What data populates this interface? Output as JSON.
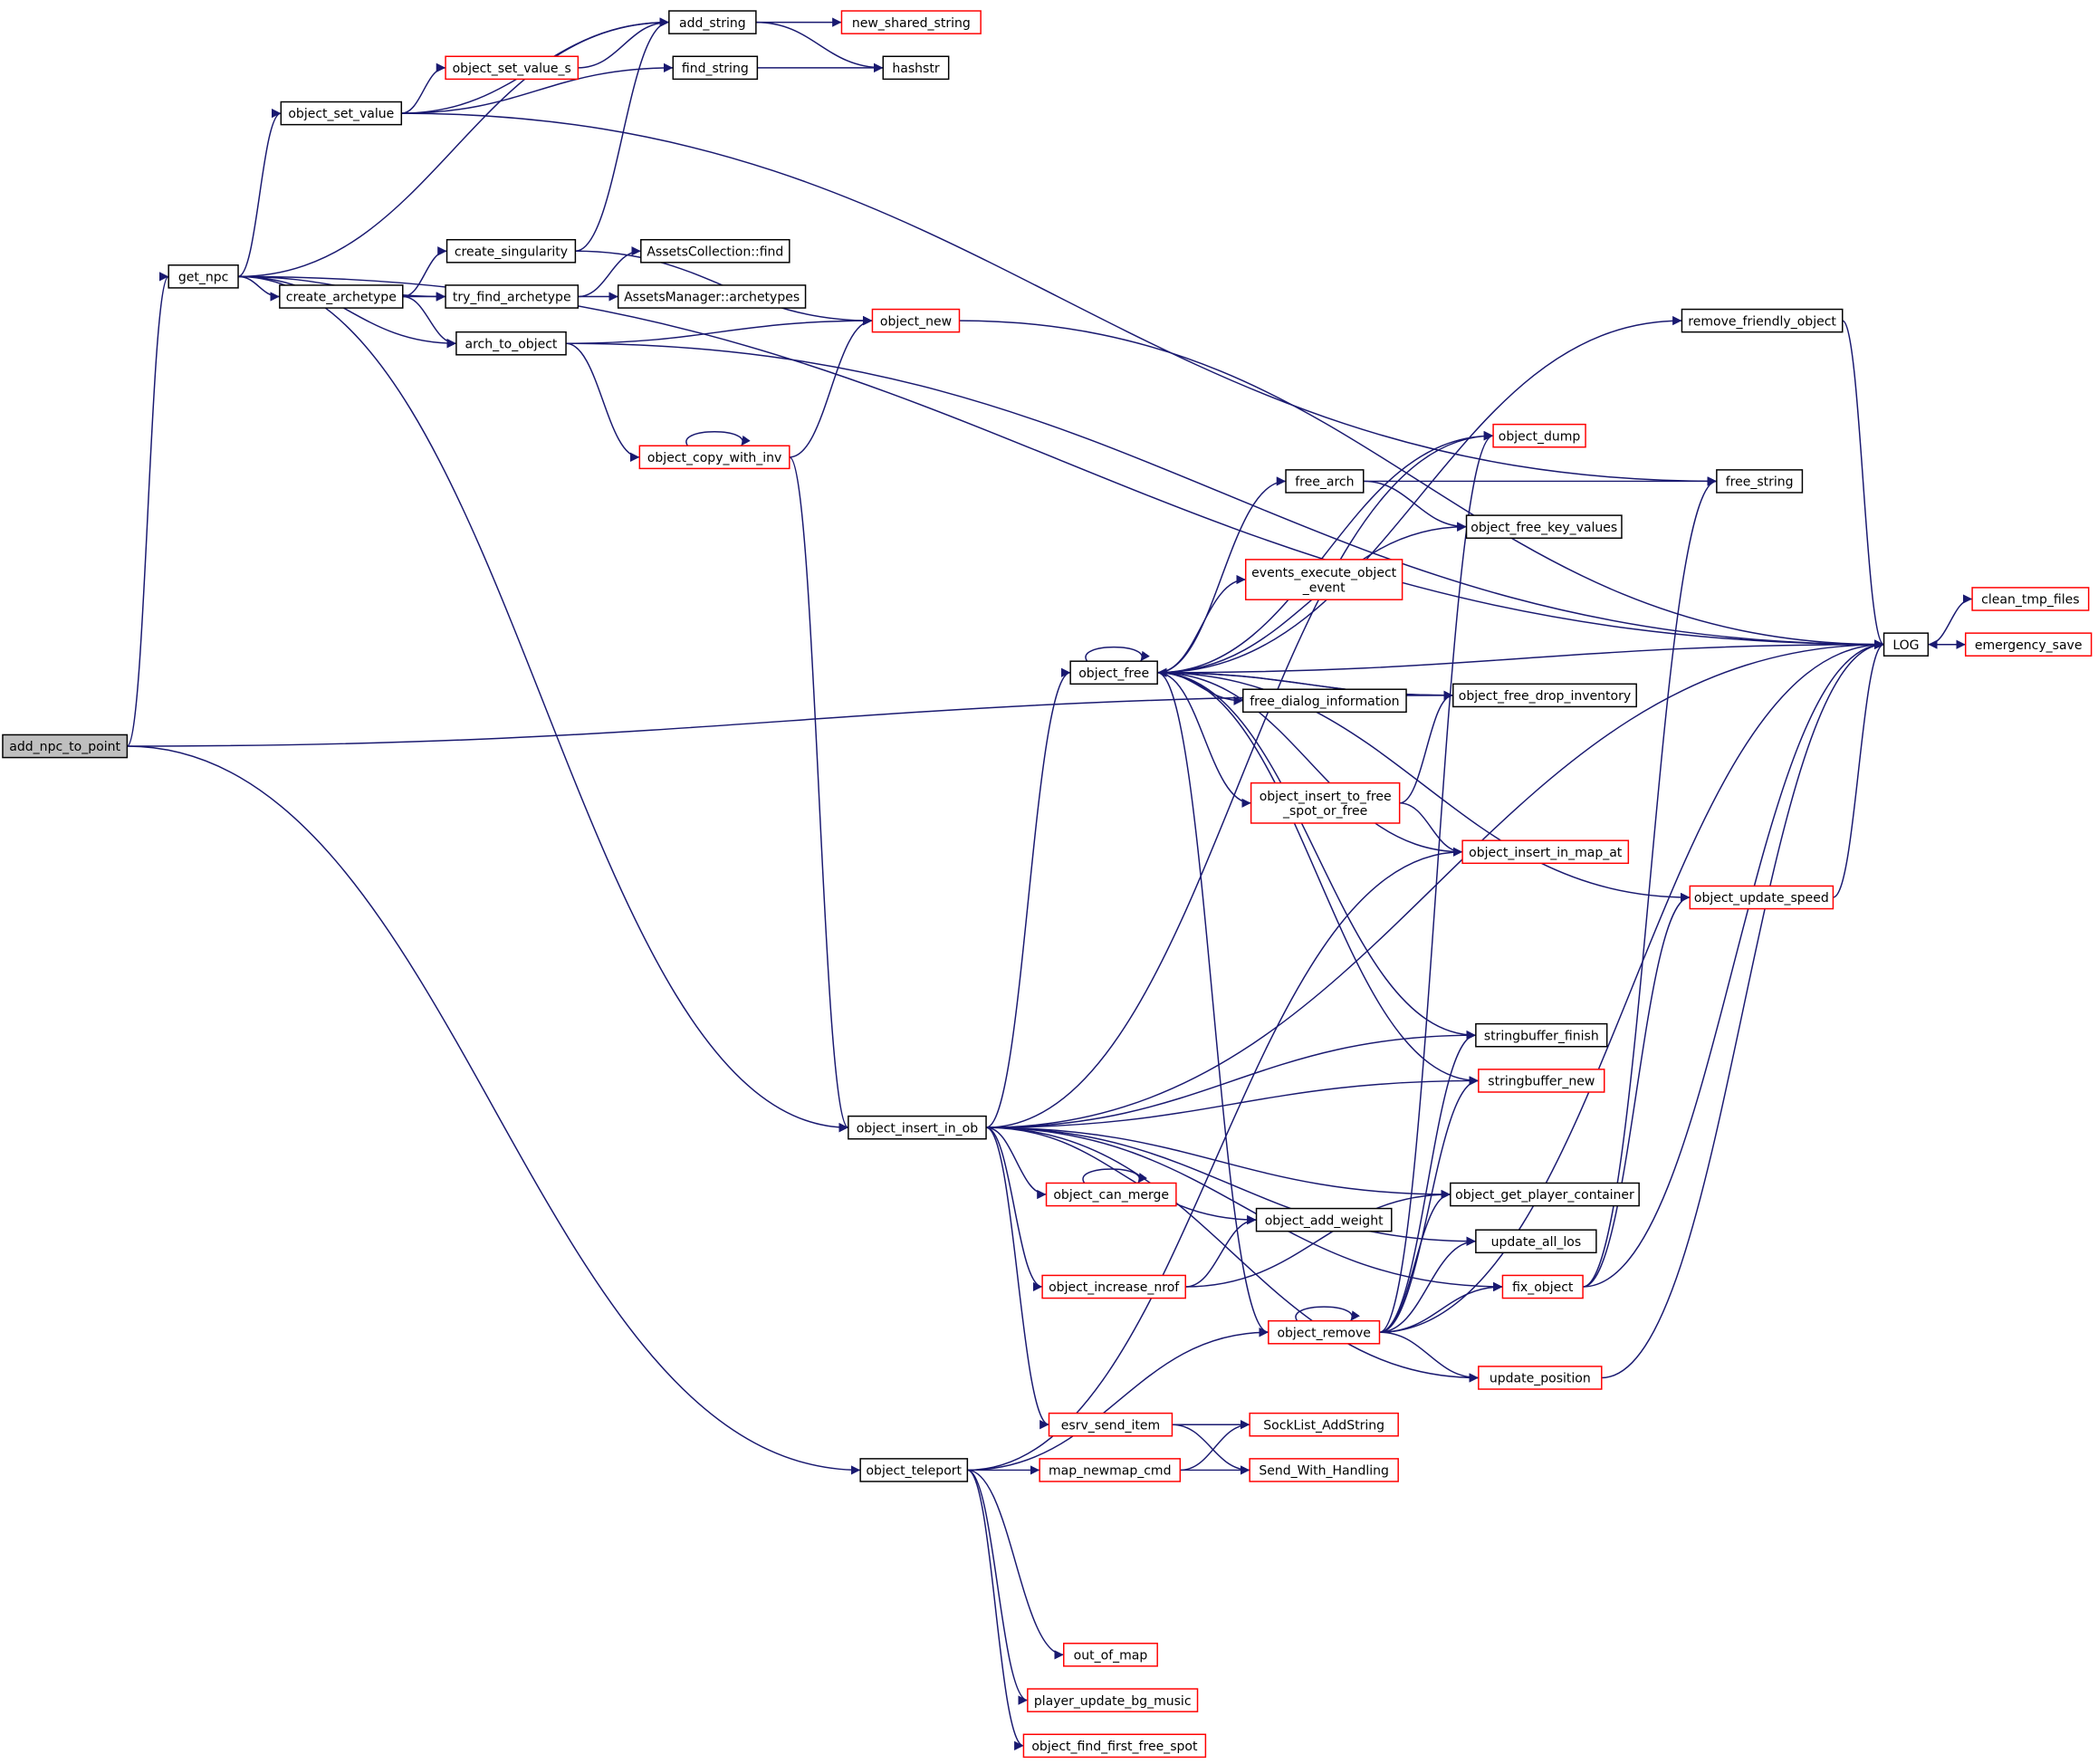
{
  "colors": {
    "edge": "#191970",
    "highlight_border": "#ff0000",
    "normal_border": "#000000",
    "root_fill": "#bfbfbf"
  },
  "root": "add_npc_to_point",
  "nodes": [
    {
      "id": "add_npc_to_point",
      "lines": [
        "add_npc_to_point"
      ],
      "red": false
    },
    {
      "id": "get_npc",
      "lines": [
        "get_npc"
      ],
      "red": false
    },
    {
      "id": "object_set_value",
      "lines": [
        "object_set_value"
      ],
      "red": false
    },
    {
      "id": "add_string",
      "lines": [
        "add_string"
      ],
      "red": false
    },
    {
      "id": "new_shared_string",
      "lines": [
        "new_shared_string"
      ],
      "red": true
    },
    {
      "id": "hashstr",
      "lines": [
        "hashstr"
      ],
      "red": false
    },
    {
      "id": "object_set_value_s",
      "lines": [
        "object_set_value_s"
      ],
      "red": true
    },
    {
      "id": "find_string",
      "lines": [
        "find_string"
      ],
      "red": false
    },
    {
      "id": "create_singularity",
      "lines": [
        "create_singularity"
      ],
      "red": false
    },
    {
      "id": "AssetsCollection::find",
      "lines": [
        "AssetsCollection::find"
      ],
      "red": false
    },
    {
      "id": "create_archetype",
      "lines": [
        "create_archetype"
      ],
      "red": false
    },
    {
      "id": "try_find_archetype",
      "lines": [
        "try_find_archetype"
      ],
      "red": false
    },
    {
      "id": "AssetsManager::archetypes",
      "lines": [
        "AssetsManager::archetypes"
      ],
      "red": false
    },
    {
      "id": "arch_to_object",
      "lines": [
        "arch_to_object"
      ],
      "red": false
    },
    {
      "id": "object_new",
      "lines": [
        "object_new"
      ],
      "red": true
    },
    {
      "id": "object_copy_with_inv",
      "lines": [
        "object_copy_with_inv"
      ],
      "red": true
    },
    {
      "id": "LOG",
      "lines": [
        "LOG"
      ],
      "red": false
    },
    {
      "id": "clean_tmp_files",
      "lines": [
        "clean_tmp_files"
      ],
      "red": true
    },
    {
      "id": "emergency_save",
      "lines": [
        "emergency_save"
      ],
      "red": true
    },
    {
      "id": "remove_friendly_object",
      "lines": [
        "remove_friendly_object"
      ],
      "red": false
    },
    {
      "id": "object_dump",
      "lines": [
        "object_dump"
      ],
      "red": true
    },
    {
      "id": "free_arch",
      "lines": [
        "free_arch"
      ],
      "red": false
    },
    {
      "id": "free_string",
      "lines": [
        "free_string"
      ],
      "red": false
    },
    {
      "id": "object_free_key_values",
      "lines": [
        "object_free_key_values"
      ],
      "red": false
    },
    {
      "id": "events_execute_object_event",
      "lines": [
        "events_execute_object",
        "_event"
      ],
      "red": true
    },
    {
      "id": "object_free",
      "lines": [
        "object_free"
      ],
      "red": false
    },
    {
      "id": "free_dialog_information",
      "lines": [
        "free_dialog_information"
      ],
      "red": false
    },
    {
      "id": "object_free_drop_inventory",
      "lines": [
        "object_free_drop_inventory"
      ],
      "red": false
    },
    {
      "id": "object_insert_to_free_spot_or_free",
      "lines": [
        "object_insert_to_free",
        "_spot_or_free"
      ],
      "red": true
    },
    {
      "id": "object_insert_in_map_at",
      "lines": [
        "object_insert_in_map_at"
      ],
      "red": true
    },
    {
      "id": "object_update_speed",
      "lines": [
        "object_update_speed"
      ],
      "red": true
    },
    {
      "id": "stringbuffer_finish",
      "lines": [
        "stringbuffer_finish"
      ],
      "red": false
    },
    {
      "id": "stringbuffer_new",
      "lines": [
        "stringbuffer_new"
      ],
      "red": true
    },
    {
      "id": "object_insert_in_ob",
      "lines": [
        "object_insert_in_ob"
      ],
      "red": false
    },
    {
      "id": "object_get_player_container",
      "lines": [
        "object_get_player_container"
      ],
      "red": false
    },
    {
      "id": "object_can_merge",
      "lines": [
        "object_can_merge"
      ],
      "red": true
    },
    {
      "id": "object_add_weight",
      "lines": [
        "object_add_weight"
      ],
      "red": false
    },
    {
      "id": "update_all_los",
      "lines": [
        "update_all_los"
      ],
      "red": false
    },
    {
      "id": "fix_object",
      "lines": [
        "fix_object"
      ],
      "red": true
    },
    {
      "id": "object_increase_nrof",
      "lines": [
        "object_increase_nrof"
      ],
      "red": true
    },
    {
      "id": "object_remove",
      "lines": [
        "object_remove"
      ],
      "red": true
    },
    {
      "id": "update_position",
      "lines": [
        "update_position"
      ],
      "red": true
    },
    {
      "id": "esrv_send_item",
      "lines": [
        "esrv_send_item"
      ],
      "red": true
    },
    {
      "id": "SockList_AddString",
      "lines": [
        "SockList_AddString"
      ],
      "red": true
    },
    {
      "id": "map_newmap_cmd",
      "lines": [
        "map_newmap_cmd"
      ],
      "red": true
    },
    {
      "id": "Send_With_Handling",
      "lines": [
        "Send_With_Handling"
      ],
      "red": true
    },
    {
      "id": "object_teleport",
      "lines": [
        "object_teleport"
      ],
      "red": false
    },
    {
      "id": "out_of_map",
      "lines": [
        "out_of_map"
      ],
      "red": true
    },
    {
      "id": "player_update_bg_music",
      "lines": [
        "player_update_bg_music"
      ],
      "red": true
    },
    {
      "id": "object_find_first_free_spot",
      "lines": [
        "object_find_first_free_spot"
      ],
      "red": true
    }
  ],
  "edges": [
    [
      "add_npc_to_point",
      "get_npc"
    ],
    [
      "add_npc_to_point",
      "object_free_drop_inventory"
    ],
    [
      "add_npc_to_point",
      "object_teleport"
    ],
    [
      "get_npc",
      "add_string"
    ],
    [
      "get_npc",
      "object_set_value"
    ],
    [
      "get_npc",
      "LOG"
    ],
    [
      "get_npc",
      "create_archetype"
    ],
    [
      "get_npc",
      "try_find_archetype"
    ],
    [
      "get_npc",
      "arch_to_object"
    ],
    [
      "get_npc",
      "object_insert_in_ob"
    ],
    [
      "object_set_value",
      "add_string"
    ],
    [
      "object_set_value",
      "object_set_value_s"
    ],
    [
      "object_set_value",
      "find_string"
    ],
    [
      "object_set_value",
      "free_string"
    ],
    [
      "object_set_value_s",
      "add_string"
    ],
    [
      "add_string",
      "new_shared_string"
    ],
    [
      "add_string",
      "hashstr"
    ],
    [
      "find_string",
      "hashstr"
    ],
    [
      "create_singularity",
      "add_string"
    ],
    [
      "create_singularity",
      "object_new"
    ],
    [
      "create_archetype",
      "create_singularity"
    ],
    [
      "create_archetype",
      "try_find_archetype"
    ],
    [
      "create_archetype",
      "arch_to_object"
    ],
    [
      "try_find_archetype",
      "AssetsCollection::find"
    ],
    [
      "try_find_archetype",
      "AssetsManager::archetypes"
    ],
    [
      "arch_to_object",
      "LOG"
    ],
    [
      "arch_to_object",
      "object_new"
    ],
    [
      "arch_to_object",
      "object_copy_with_inv"
    ],
    [
      "object_new",
      "LOG"
    ],
    [
      "object_copy_with_inv",
      "object_copy_with_inv"
    ],
    [
      "object_copy_with_inv",
      "object_new"
    ],
    [
      "object_copy_with_inv",
      "object_insert_in_ob"
    ],
    [
      "object_insert_in_ob",
      "LOG"
    ],
    [
      "object_insert_in_ob",
      "object_free"
    ],
    [
      "object_insert_in_ob",
      "stringbuffer_finish"
    ],
    [
      "object_insert_in_ob",
      "stringbuffer_new"
    ],
    [
      "object_insert_in_ob",
      "object_get_player_container"
    ],
    [
      "object_insert_in_ob",
      "object_can_merge"
    ],
    [
      "object_insert_in_ob",
      "object_add_weight"
    ],
    [
      "object_insert_in_ob",
      "object_increase_nrof"
    ],
    [
      "object_insert_in_ob",
      "update_all_los"
    ],
    [
      "object_insert_in_ob",
      "fix_object"
    ],
    [
      "object_insert_in_ob",
      "update_position"
    ],
    [
      "object_insert_in_ob",
      "esrv_send_item"
    ],
    [
      "object_insert_in_ob",
      "object_dump"
    ],
    [
      "object_free",
      "object_free"
    ],
    [
      "object_free",
      "remove_friendly_object"
    ],
    [
      "object_free",
      "object_dump"
    ],
    [
      "object_free",
      "free_arch"
    ],
    [
      "object_free",
      "object_free_key_values"
    ],
    [
      "object_free",
      "events_execute_object_event"
    ],
    [
      "object_free",
      "free_dialog_information"
    ],
    [
      "object_free",
      "object_free_drop_inventory"
    ],
    [
      "object_free",
      "object_insert_to_free_spot_or_free"
    ],
    [
      "object_free",
      "object_insert_in_map_at"
    ],
    [
      "object_free",
      "object_update_speed"
    ],
    [
      "object_free",
      "stringbuffer_finish"
    ],
    [
      "object_free",
      "stringbuffer_new"
    ],
    [
      "object_free",
      "object_remove"
    ],
    [
      "object_free",
      "LOG"
    ],
    [
      "free_arch",
      "free_string"
    ],
    [
      "free_arch",
      "object_free_key_values"
    ],
    [
      "object_free_drop_inventory",
      "object_free"
    ],
    [
      "object_insert_to_free_spot_or_free",
      "object_free_drop_inventory"
    ],
    [
      "object_insert_to_free_spot_or_free",
      "object_insert_in_map_at"
    ],
    [
      "remove_friendly_object",
      "LOG"
    ],
    [
      "LOG",
      "clean_tmp_files"
    ],
    [
      "LOG",
      "emergency_save"
    ],
    [
      "emergency_save",
      "LOG"
    ],
    [
      "object_update_speed",
      "LOG"
    ],
    [
      "object_can_merge",
      "object_can_merge"
    ],
    [
      "object_increase_nrof",
      "object_add_weight"
    ],
    [
      "object_increase_nrof",
      "object_get_player_container"
    ],
    [
      "object_remove",
      "object_remove"
    ],
    [
      "object_remove",
      "object_dump"
    ],
    [
      "object_remove",
      "stringbuffer_finish"
    ],
    [
      "object_remove",
      "stringbuffer_new"
    ],
    [
      "object_remove",
      "object_get_player_container"
    ],
    [
      "object_remove",
      "update_all_los"
    ],
    [
      "object_remove",
      "fix_object"
    ],
    [
      "object_remove",
      "update_position"
    ],
    [
      "object_remove",
      "LOG"
    ],
    [
      "fix_object",
      "free_string"
    ],
    [
      "fix_object",
      "object_update_speed"
    ],
    [
      "fix_object",
      "LOG"
    ],
    [
      "update_position",
      "LOG"
    ],
    [
      "esrv_send_item",
      "SockList_AddString"
    ],
    [
      "esrv_send_item",
      "Send_With_Handling"
    ],
    [
      "map_newmap_cmd",
      "SockList_AddString"
    ],
    [
      "map_newmap_cmd",
      "Send_With_Handling"
    ],
    [
      "object_teleport",
      "object_insert_in_map_at"
    ],
    [
      "object_teleport",
      "object_remove"
    ],
    [
      "object_teleport",
      "map_newmap_cmd"
    ],
    [
      "object_teleport",
      "out_of_map"
    ],
    [
      "object_teleport",
      "player_update_bg_music"
    ],
    [
      "object_teleport",
      "object_find_first_free_spot"
    ]
  ]
}
